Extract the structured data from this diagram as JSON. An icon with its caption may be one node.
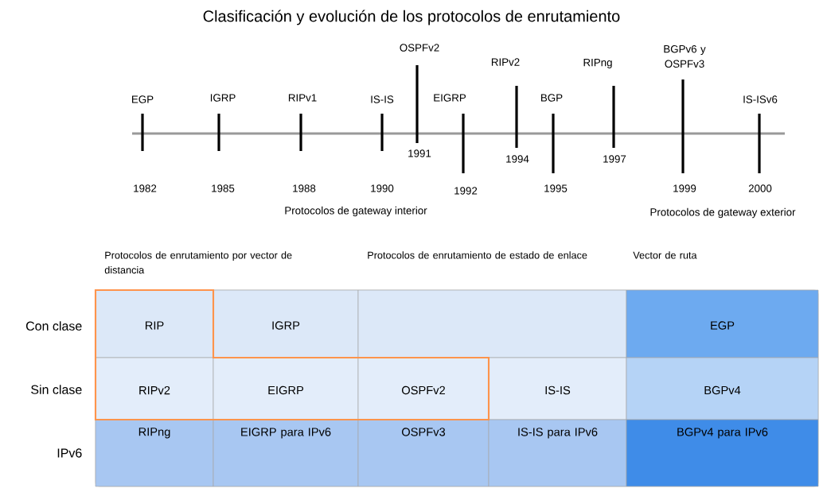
{
  "diagram": {
    "title": "Clasificación y evolución de los protocolos de enrutamiento",
    "labels": [
      "EGP",
      "1982",
      "IGRP",
      "1985",
      "RIPv1",
      "1988",
      "IS-IS",
      "1990",
      "OSPFv2",
      "1991",
      "EIGRP",
      "1992",
      "RIPv2",
      "1994",
      "BGP",
      "1995",
      "RIPng",
      "1997",
      "BGPv6 y OSPFv3",
      "1999",
      "IS-ISv6",
      "2000",
      "Protocolos de gateway interior",
      "Protocolos de gateway exterior",
      "Protocolos de enrutamiento por vector de distancia",
      "Protocolos de enrutamiento de estado de enlace",
      "Vector de ruta",
      "Con clase",
      "RIP",
      "IGRP",
      "EGP",
      "Sin clase",
      "RIPv2",
      "EIGRP",
      "OSPFv2",
      "IS-IS",
      "BGPv4",
      "IPv6",
      "RIPng",
      "EIGRP para IPv6",
      "OSPFv3",
      "IS-IS para IPv6",
      "BGPv4 para IPv6"
    ]
  }
}
